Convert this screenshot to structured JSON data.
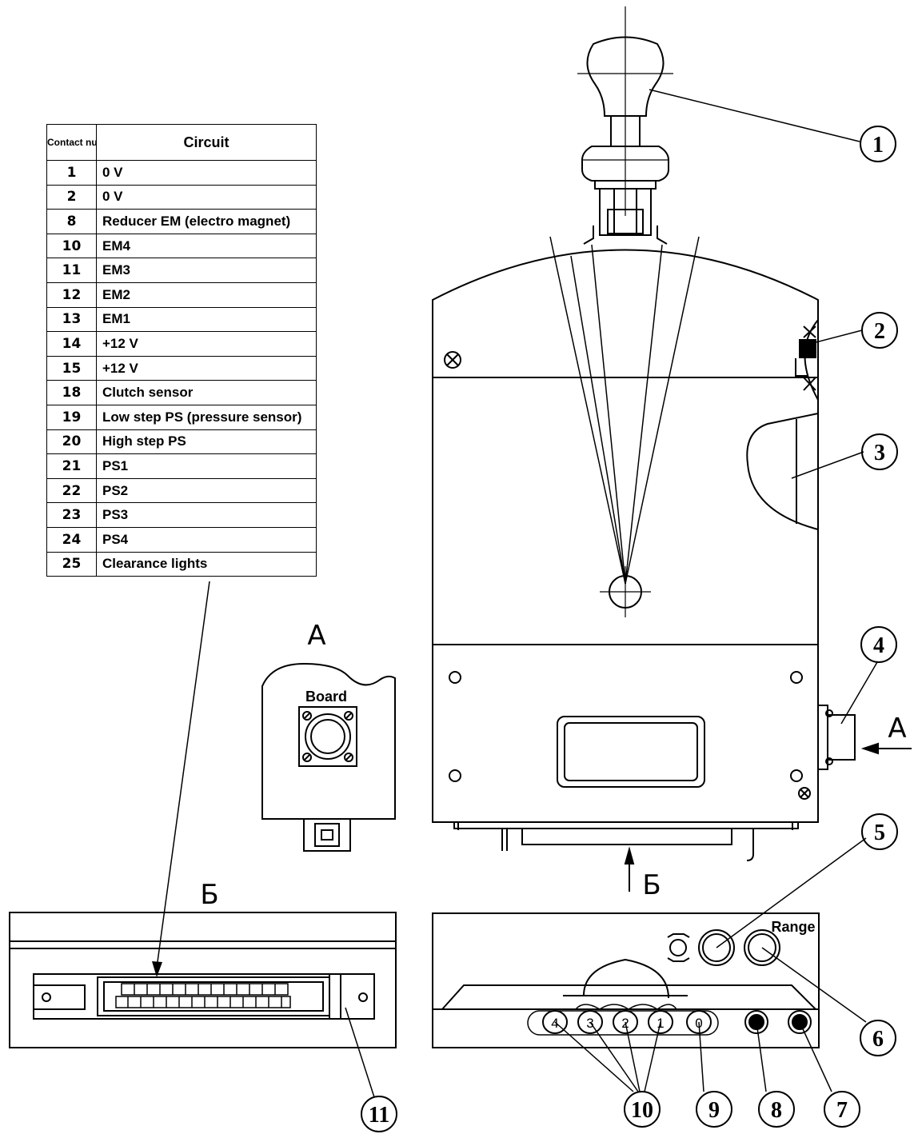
{
  "table": {
    "header_number": "Contact number",
    "header_circuit": "Circuit",
    "rows": [
      {
        "number": "1",
        "circuit": "0 V"
      },
      {
        "number": "2",
        "circuit": "0 V"
      },
      {
        "number": "8",
        "circuit": "Reducer EM (electro magnet)"
      },
      {
        "number": "10",
        "circuit": "EM4"
      },
      {
        "number": "11",
        "circuit": "EM3"
      },
      {
        "number": "12",
        "circuit": "EM2"
      },
      {
        "number": "13",
        "circuit": "EM1"
      },
      {
        "number": "14",
        "circuit": "+12 V"
      },
      {
        "number": "15",
        "circuit": "+12 V"
      },
      {
        "number": "18",
        "circuit": "Clutch sensor"
      },
      {
        "number": "19",
        "circuit": "Low step PS (pressure sensor)"
      },
      {
        "number": "20",
        "circuit": "High step PS"
      },
      {
        "number": "21",
        "circuit": "PS1"
      },
      {
        "number": "22",
        "circuit": "PS2"
      },
      {
        "number": "23",
        "circuit": "PS3"
      },
      {
        "number": "24",
        "circuit": "PS4"
      },
      {
        "number": "25",
        "circuit": "Clearance lights"
      }
    ]
  },
  "labels": {
    "board": "Board",
    "range": "Range",
    "view_a": "A",
    "view_a_arrow": "A",
    "view_b": "Б",
    "view_b_arrow": "Б"
  },
  "callouts": [
    "1",
    "2",
    "3",
    "4",
    "5",
    "6",
    "7",
    "8",
    "9",
    "10",
    "11"
  ],
  "indicator_digits": [
    "4",
    "3",
    "2",
    "1",
    "0"
  ],
  "colors": {
    "line": "#000000",
    "background": "#ffffff"
  }
}
